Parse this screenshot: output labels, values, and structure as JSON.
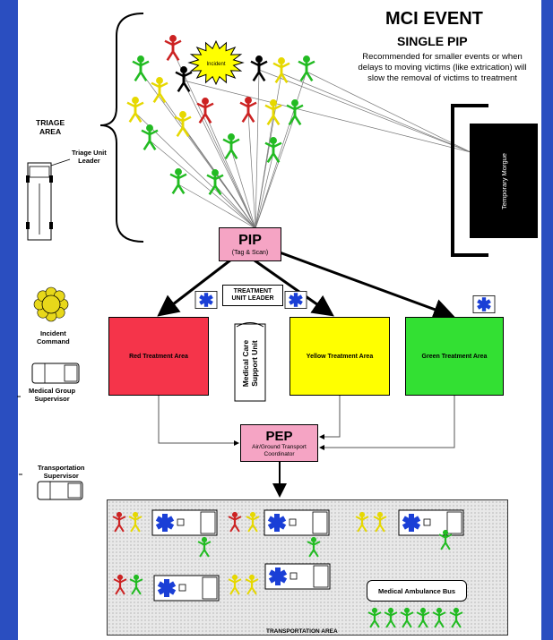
{
  "header": {
    "title": "MCI EVENT",
    "subtitle": "SINGLE PIP",
    "recommendation_lines": [
      "Recommended for smaller events or when",
      "delays to moving victims (like extrication) will",
      "slow the removal of victims to treatment"
    ]
  },
  "triage": {
    "area_label_1": "TRIAGE",
    "area_label_2": "AREA",
    "incident_label": "Incident"
  },
  "legend": {
    "triage_unit_leader": [
      "Triage Unit",
      "Leader"
    ],
    "incident_command": [
      "Incident",
      "Command"
    ],
    "medical_group_supervisor": [
      "Medical Group",
      "Supervisor"
    ],
    "transportation_supervisor": [
      "Transportation",
      "Supervisor"
    ]
  },
  "pip": {
    "label": "PIP",
    "sub": "(Tag & Scan)"
  },
  "morgue": {
    "label": "Temporary Morgue"
  },
  "treatment": {
    "unit_leader_line1": "TREATMENT",
    "unit_leader_line2": "UNIT LEADER",
    "red_label": "Red Treatment Area",
    "yellow_label": "Yellow Treatment Area",
    "green_label": "Green Treatment Area",
    "support_unit_line1": "Medical Care",
    "support_unit_line2": "Support Unit"
  },
  "pep": {
    "label": "PEP",
    "sub_line1": "Air/Ground Transport",
    "sub_line2": "Coordinator"
  },
  "transportation": {
    "area_label": "TRANSPORTATION AREA",
    "bus_label": "Medical Ambulance Bus"
  },
  "colors": {
    "background": "#1b3aa8",
    "panel": "#ffffff",
    "pip_fill": "#f5a4c4",
    "red": "#f5344a",
    "yellow": "#ffff00",
    "green": "#33e033",
    "victim_green": "#22bb22",
    "victim_yellow": "#e6d800",
    "victim_red": "#cc2222",
    "victim_black": "#000000",
    "star_of_life": "#1a3fd6"
  }
}
